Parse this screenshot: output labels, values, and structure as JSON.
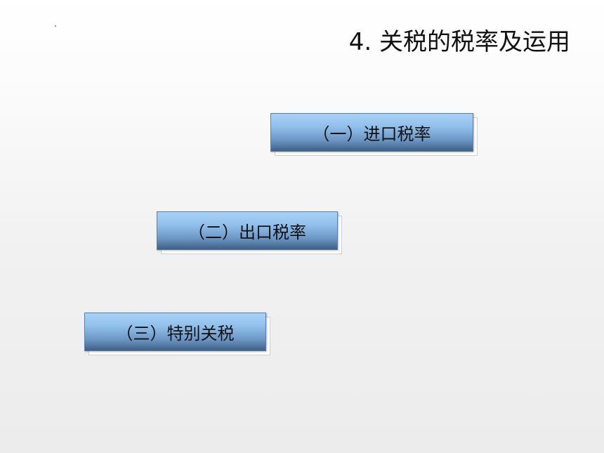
{
  "slide": {
    "title": "4. 关税的税率及运用",
    "items": [
      {
        "label": "（一）进口税率"
      },
      {
        "label": "（二）出口税率"
      },
      {
        "label": "（三）特别关税"
      }
    ]
  },
  "colors": {
    "button_top": "#a9d2f7",
    "button_bottom": "#3f5f85",
    "text": "#111111"
  }
}
